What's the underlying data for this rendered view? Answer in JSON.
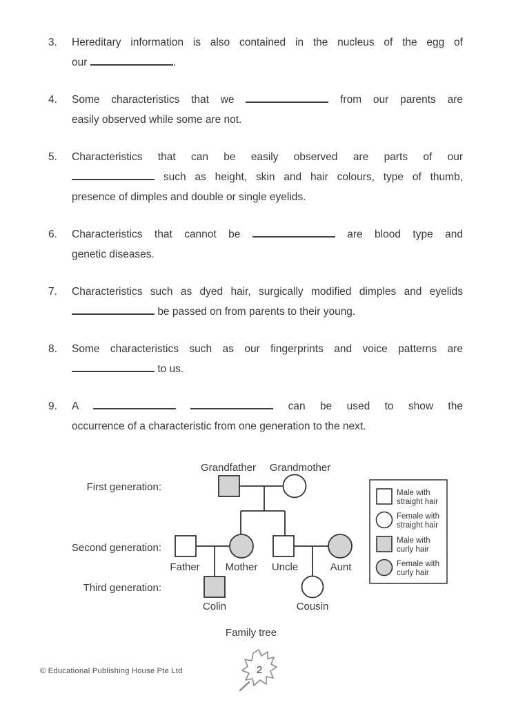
{
  "page": {
    "footer_copyright": "© Educational Publishing House Pte Ltd",
    "page_number": "2"
  },
  "colors": {
    "text": "#383838",
    "line_stroke": "#333333",
    "shape_gray": "#d3d3d3",
    "shape_white": "#ffffff",
    "leaf_stroke": "#8a8a8a"
  },
  "questions": {
    "q3": {
      "num": "3.",
      "l1": "Hereditary information is also contained in the nucleus of the egg of",
      "l2a": "our",
      "l2b": "."
    },
    "q4": {
      "num": "4.",
      "l1a": "Some characteristics that we",
      "l1b": "from our parents are",
      "l2": "easily observed while some are not."
    },
    "q5": {
      "num": "5.",
      "l1": "Characteristics that can be easily observed are parts of our",
      "l2b": "such as height, skin and hair colours, type of thumb,",
      "l3": "presence of dimples and double or single eyelids."
    },
    "q6": {
      "num": "6.",
      "l1a": "Characteristics that cannot be",
      "l1b": "are blood type and",
      "l2": "genetic diseases."
    },
    "q7": {
      "num": "7.",
      "l1": "Characteristics such as dyed hair, surgically modified dimples and eyelids",
      "l2b": "be passed on from parents to their young."
    },
    "q8": {
      "num": "8.",
      "l1": "Some characteristics such as our fingerprints and voice patterns are",
      "l2b": "to us."
    },
    "q9": {
      "num": "9.",
      "l1a": "A",
      "l1b": "can be used to show the",
      "l2": "occurrence of a characteristic from one generation to the next."
    }
  },
  "diagram": {
    "caption": "Family tree",
    "generations": {
      "first": "First generation:",
      "second": "Second generation:",
      "third": "Third generation:"
    },
    "members": {
      "grandfather": "Grandfather",
      "grandmother": "Grandmother",
      "father": "Father",
      "mother": "Mother",
      "uncle": "Uncle",
      "aunt": "Aunt",
      "colin": "Colin",
      "cousin": "Cousin"
    },
    "legend": {
      "items": [
        {
          "shape": "square",
          "fill": "white",
          "line1": "Male with",
          "line2": "straight hair"
        },
        {
          "shape": "circle",
          "fill": "white",
          "line1": "Female with",
          "line2": "straight hair"
        },
        {
          "shape": "square",
          "fill": "gray",
          "line1": "Male with",
          "line2": "curly hair"
        },
        {
          "shape": "circle",
          "fill": "gray",
          "line1": "Female with",
          "line2": "curly hair"
        }
      ]
    }
  }
}
